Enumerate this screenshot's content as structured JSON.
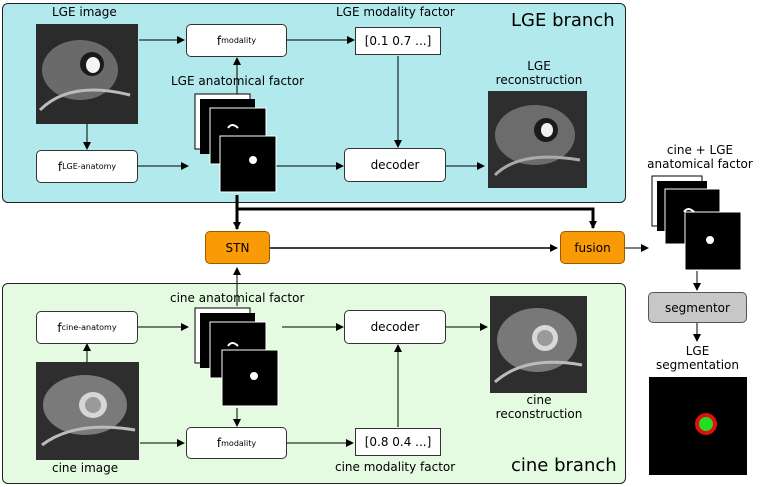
{
  "lge_branch": {
    "title": "LGE branch",
    "image_label": "LGE image",
    "f_modality": {
      "main": "f",
      "sub": "modality"
    },
    "f_anatomy": {
      "main": "f",
      "sub": "LGE-anatomy"
    },
    "modality_factor_label": "LGE  modality factor",
    "modality_vector": "[0.1 0.7 ...]",
    "anatomical_factor_label": "LGE anatomical factor",
    "decoder": "decoder",
    "reconstruction_label_1": "LGE",
    "reconstruction_label_2": "reconstruction"
  },
  "cine_branch": {
    "title": "cine branch",
    "image_label": "cine image",
    "f_modality": {
      "main": "f",
      "sub": "modality"
    },
    "f_anatomy": {
      "main": "f",
      "sub": "cine-anatomy"
    },
    "modality_factor_label": "cine modality factor",
    "modality_vector": "[0.8 0.4 ...]",
    "anatomical_factor_label": "cine anatomical factor",
    "decoder": "decoder",
    "reconstruction_label_1": "cine",
    "reconstruction_label_2": "reconstruction"
  },
  "middle": {
    "stn": "STN",
    "fusion": "fusion"
  },
  "right": {
    "fused_label_1": "cine + LGE",
    "fused_label_2": "anatomical factor",
    "segmentor": "segmentor",
    "seg_label_1": "LGE",
    "seg_label_2": "segmentation"
  },
  "colors": {
    "lge_panel": "#b1e9ec",
    "cine_panel": "#e4fbe1",
    "stn_fusion": "#f99b07",
    "segmentor": "#c7c7c7",
    "seg_outer_ring": "#e01010",
    "seg_inner": "#22dd22"
  }
}
